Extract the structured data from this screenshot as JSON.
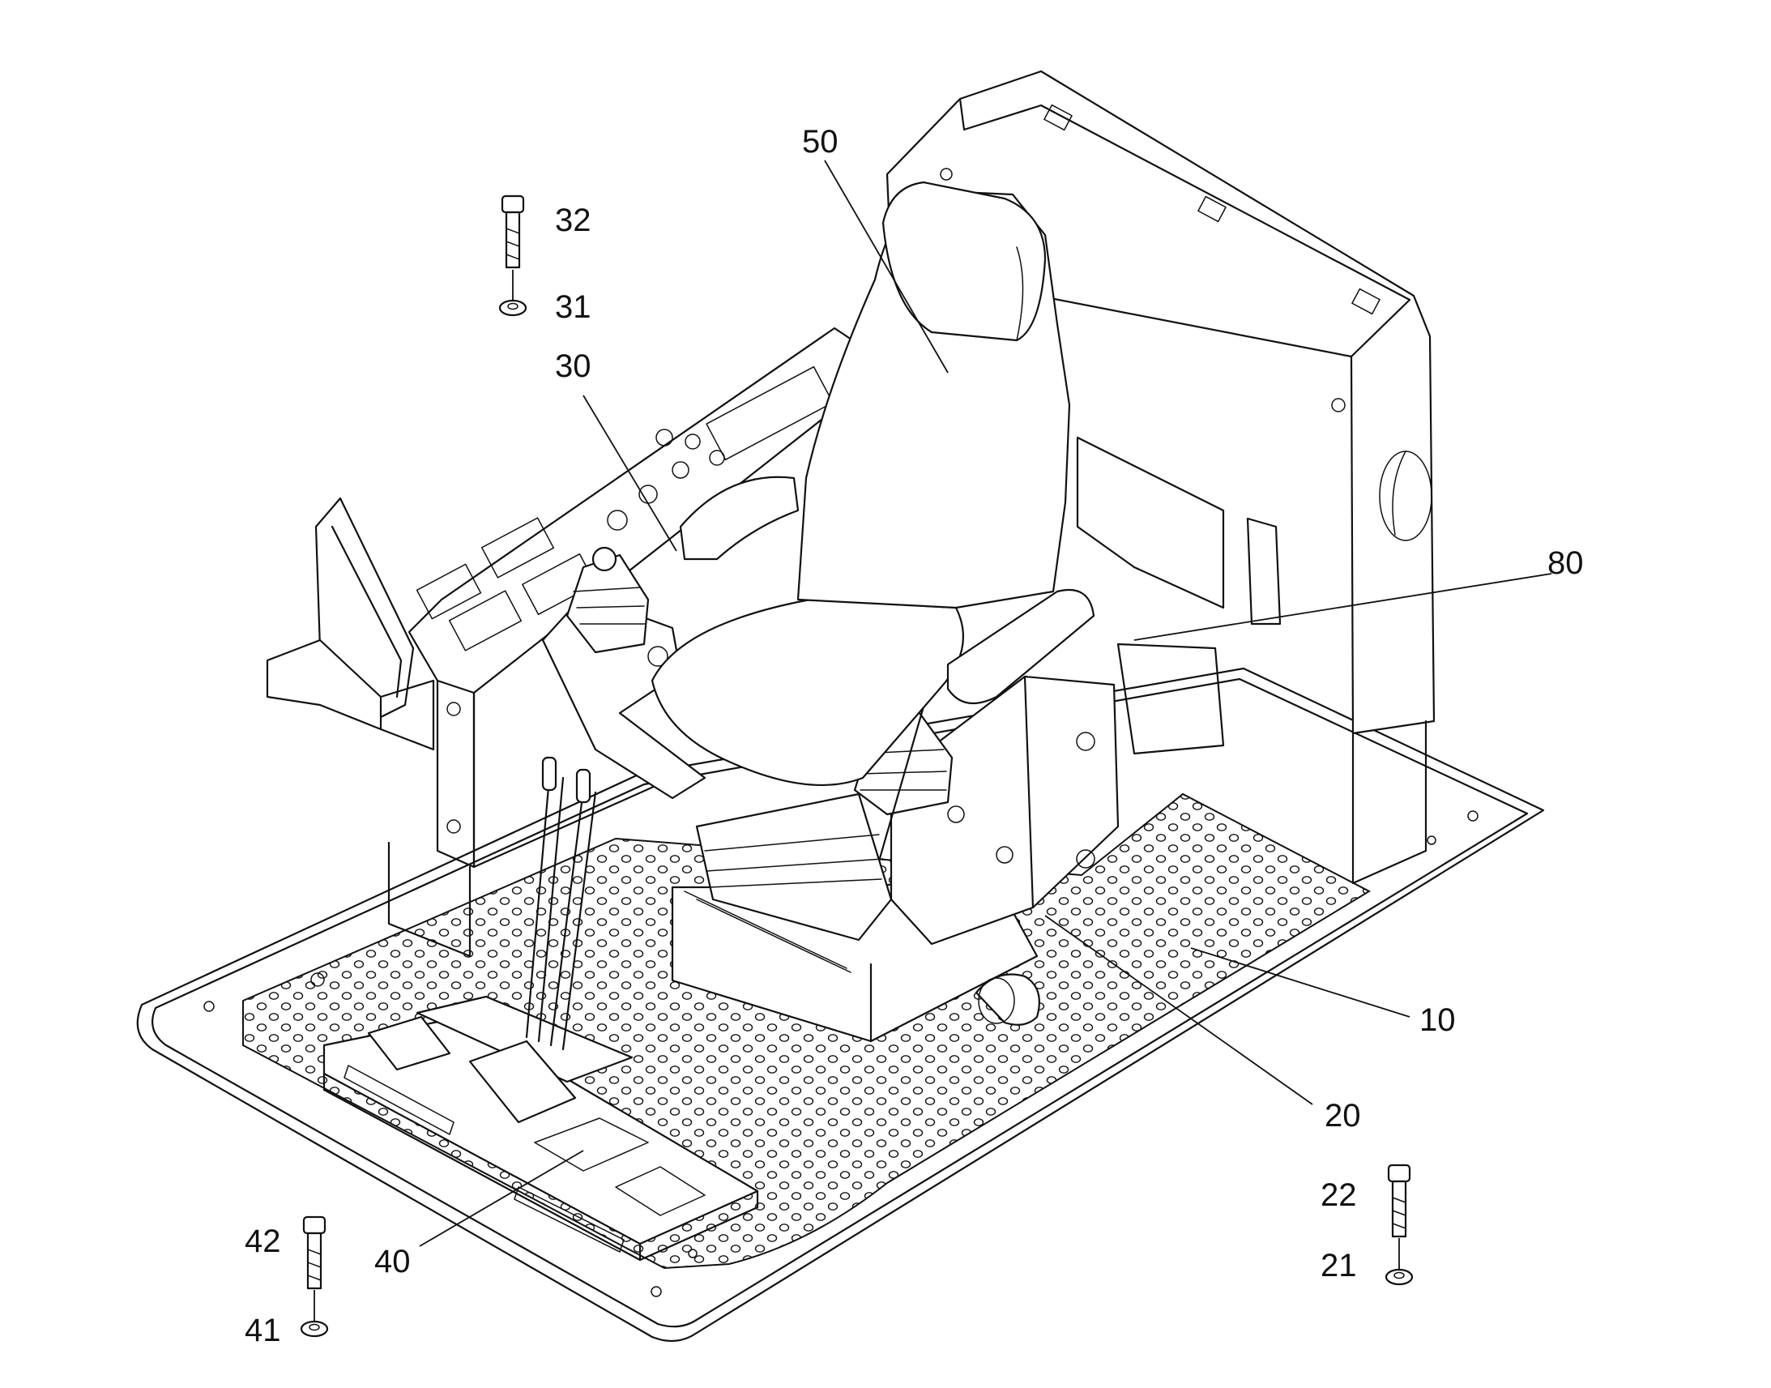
{
  "labels": {
    "l10": "10",
    "l20": "20",
    "l21": "21",
    "l22": "22",
    "l30": "30",
    "l31": "31",
    "l32": "32",
    "l40": "40",
    "l41": "41",
    "l42": "42",
    "l50": "50",
    "l80": "80"
  }
}
